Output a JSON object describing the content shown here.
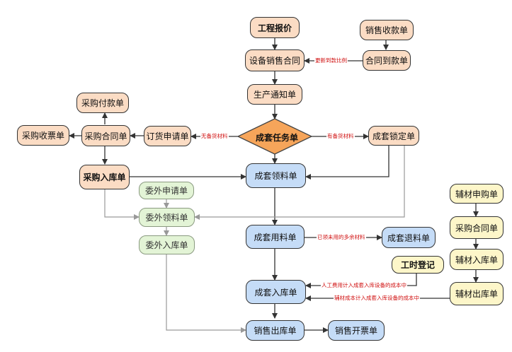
{
  "nodes": {
    "gongcheng_baojia": "工程报价",
    "xiaoshou_shoukuan": "销售收款单",
    "shebei_hetong": "设备销售合同",
    "hetong_daokuan": "合同到款单",
    "shengchan_tongzhi": "生产通知单",
    "caigou_fukuan": "采购付款单",
    "caigou_shoupiao": "采购收票单",
    "caigou_hetong": "采购合同单",
    "dinghuo_shenqing": "订货申请单",
    "chengtao_renwu": "成套任务单",
    "chengtao_suoding": "成套锁定单",
    "caigou_ruku": "采购入库单",
    "chengtao_lingliao": "成套领料单",
    "weiwai_shenqing": "委外申请单",
    "weiwai_lingliao": "委外领料单",
    "weiwai_ruku": "委外入库单",
    "chengtao_yongliao": "成套用料单",
    "chengtao_tuiliao": "成套退料单",
    "fucai_shengou": "辅材申购单",
    "fucai_caigou_hetong": "采购合同单",
    "fucai_ruku": "辅材入库单",
    "gongshi_dengji": "工时登记",
    "chengtao_rukudan": "成套入库单",
    "fucai_chuku": "辅材出库单",
    "xiaoshou_chuku": "销售出库单",
    "xiaoshou_kaipiao": "销售开票单"
  },
  "edge_labels": {
    "update_ratio": "更新到款比例",
    "no_stock": "无备货材料",
    "has_stock": "有备货材料",
    "surplus": "已领未用的多余材料",
    "labor_cost": "人工费用计入成套入库设备的成本中",
    "aux_cost": "辅材成本计入成套入库设备的成本中"
  },
  "colors": {
    "peach": "#fbdcc4",
    "blue": "#c5dcf7",
    "green": "#e3f4d6",
    "cream": "#fdf6c9",
    "decision": "#f6a55a",
    "label_red": "#d01010"
  }
}
